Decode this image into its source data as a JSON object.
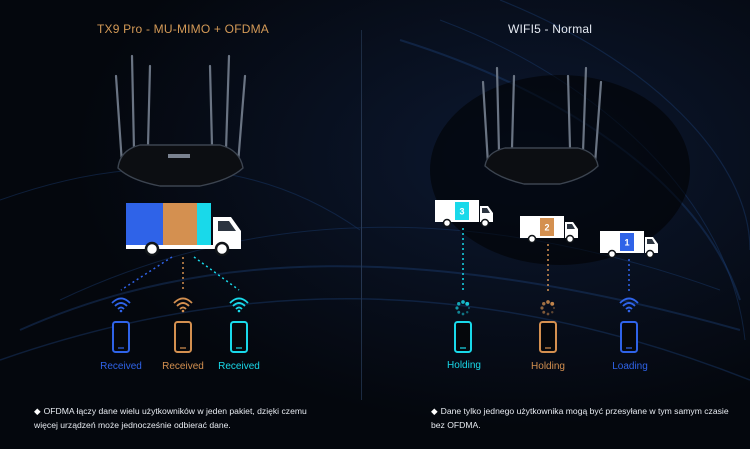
{
  "colors": {
    "blue": "#2f63e8",
    "orange": "#d49050",
    "cyan": "#19d9ea",
    "left_title": "#d49a57",
    "right_title": "#e6ebf3"
  },
  "left": {
    "title": "TX9 Pro - MU-MIMO + OFDMA",
    "devices": [
      {
        "label": "Received",
        "color": "blue"
      },
      {
        "label": "Received",
        "color": "orange"
      },
      {
        "label": "Received",
        "color": "cyan"
      }
    ],
    "note": "OFDMA łączy dane wielu użytkowników w jeden pakiet, dzięki czemu więcej urządzeń może jednocześnie odbierać dane."
  },
  "right": {
    "title": "WIFI5 - Normal",
    "trucks": [
      {
        "number": "3",
        "color": "cyan"
      },
      {
        "number": "2",
        "color": "orange"
      },
      {
        "number": "1",
        "color": "blue"
      }
    ],
    "devices": [
      {
        "label": "Holding",
        "color": "cyan"
      },
      {
        "label": "Holding",
        "color": "orange"
      },
      {
        "label": "Loading",
        "color": "blue"
      }
    ],
    "note": "Dane tylko jednego użytkownika mogą być przesyłane w tym samym czasie bez OFDMA."
  },
  "icons": [
    "router-icon",
    "truck-icon",
    "wifi-icon",
    "loading-spinner-icon",
    "smartphone-icon"
  ]
}
